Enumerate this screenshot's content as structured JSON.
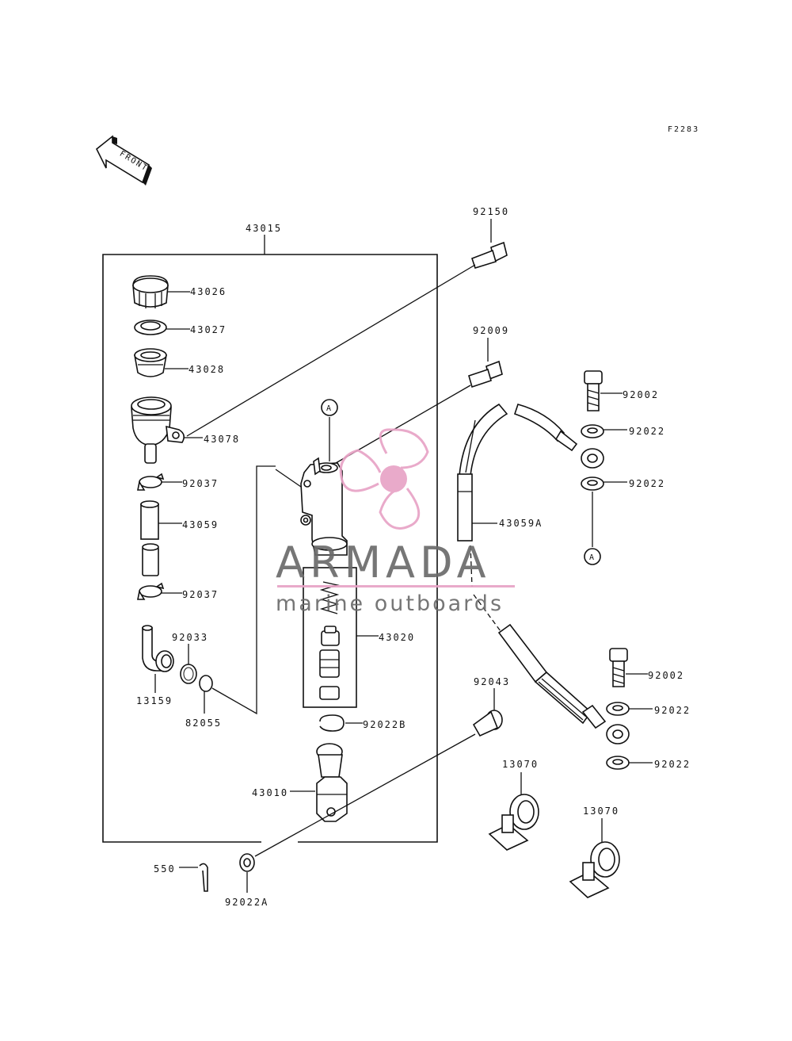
{
  "figure_code": "F2283",
  "front_label": "FRONT",
  "parts": {
    "p43015": "43015",
    "p43026": "43026",
    "p43027": "43027",
    "p43028": "43028",
    "p43078": "43078",
    "p92037a": "92037",
    "p43059": "43059",
    "p92037b": "92037",
    "p92033": "92033",
    "p13159": "13159",
    "p82055": "82055",
    "p43020": "43020",
    "p92022B": "92022B",
    "p43010": "43010",
    "p550": "550",
    "p92022A": "92022A",
    "p92150": "92150",
    "p92009": "92009",
    "p92002a": "92002",
    "p92022a": "92022",
    "p92022b": "92022",
    "p43059A": "43059A",
    "p92002b": "92002",
    "p92022c": "92022",
    "p92022d": "92022",
    "p92043": "92043",
    "p13070a": "13070",
    "p13070b": "13070"
  },
  "ref_markers": {
    "top": "A",
    "right": "A"
  },
  "watermark": {
    "brand": "ARMADA",
    "tagline": "marine outboards",
    "accent_color": "#e8a3c6",
    "text_color": "#6b6b6b"
  }
}
